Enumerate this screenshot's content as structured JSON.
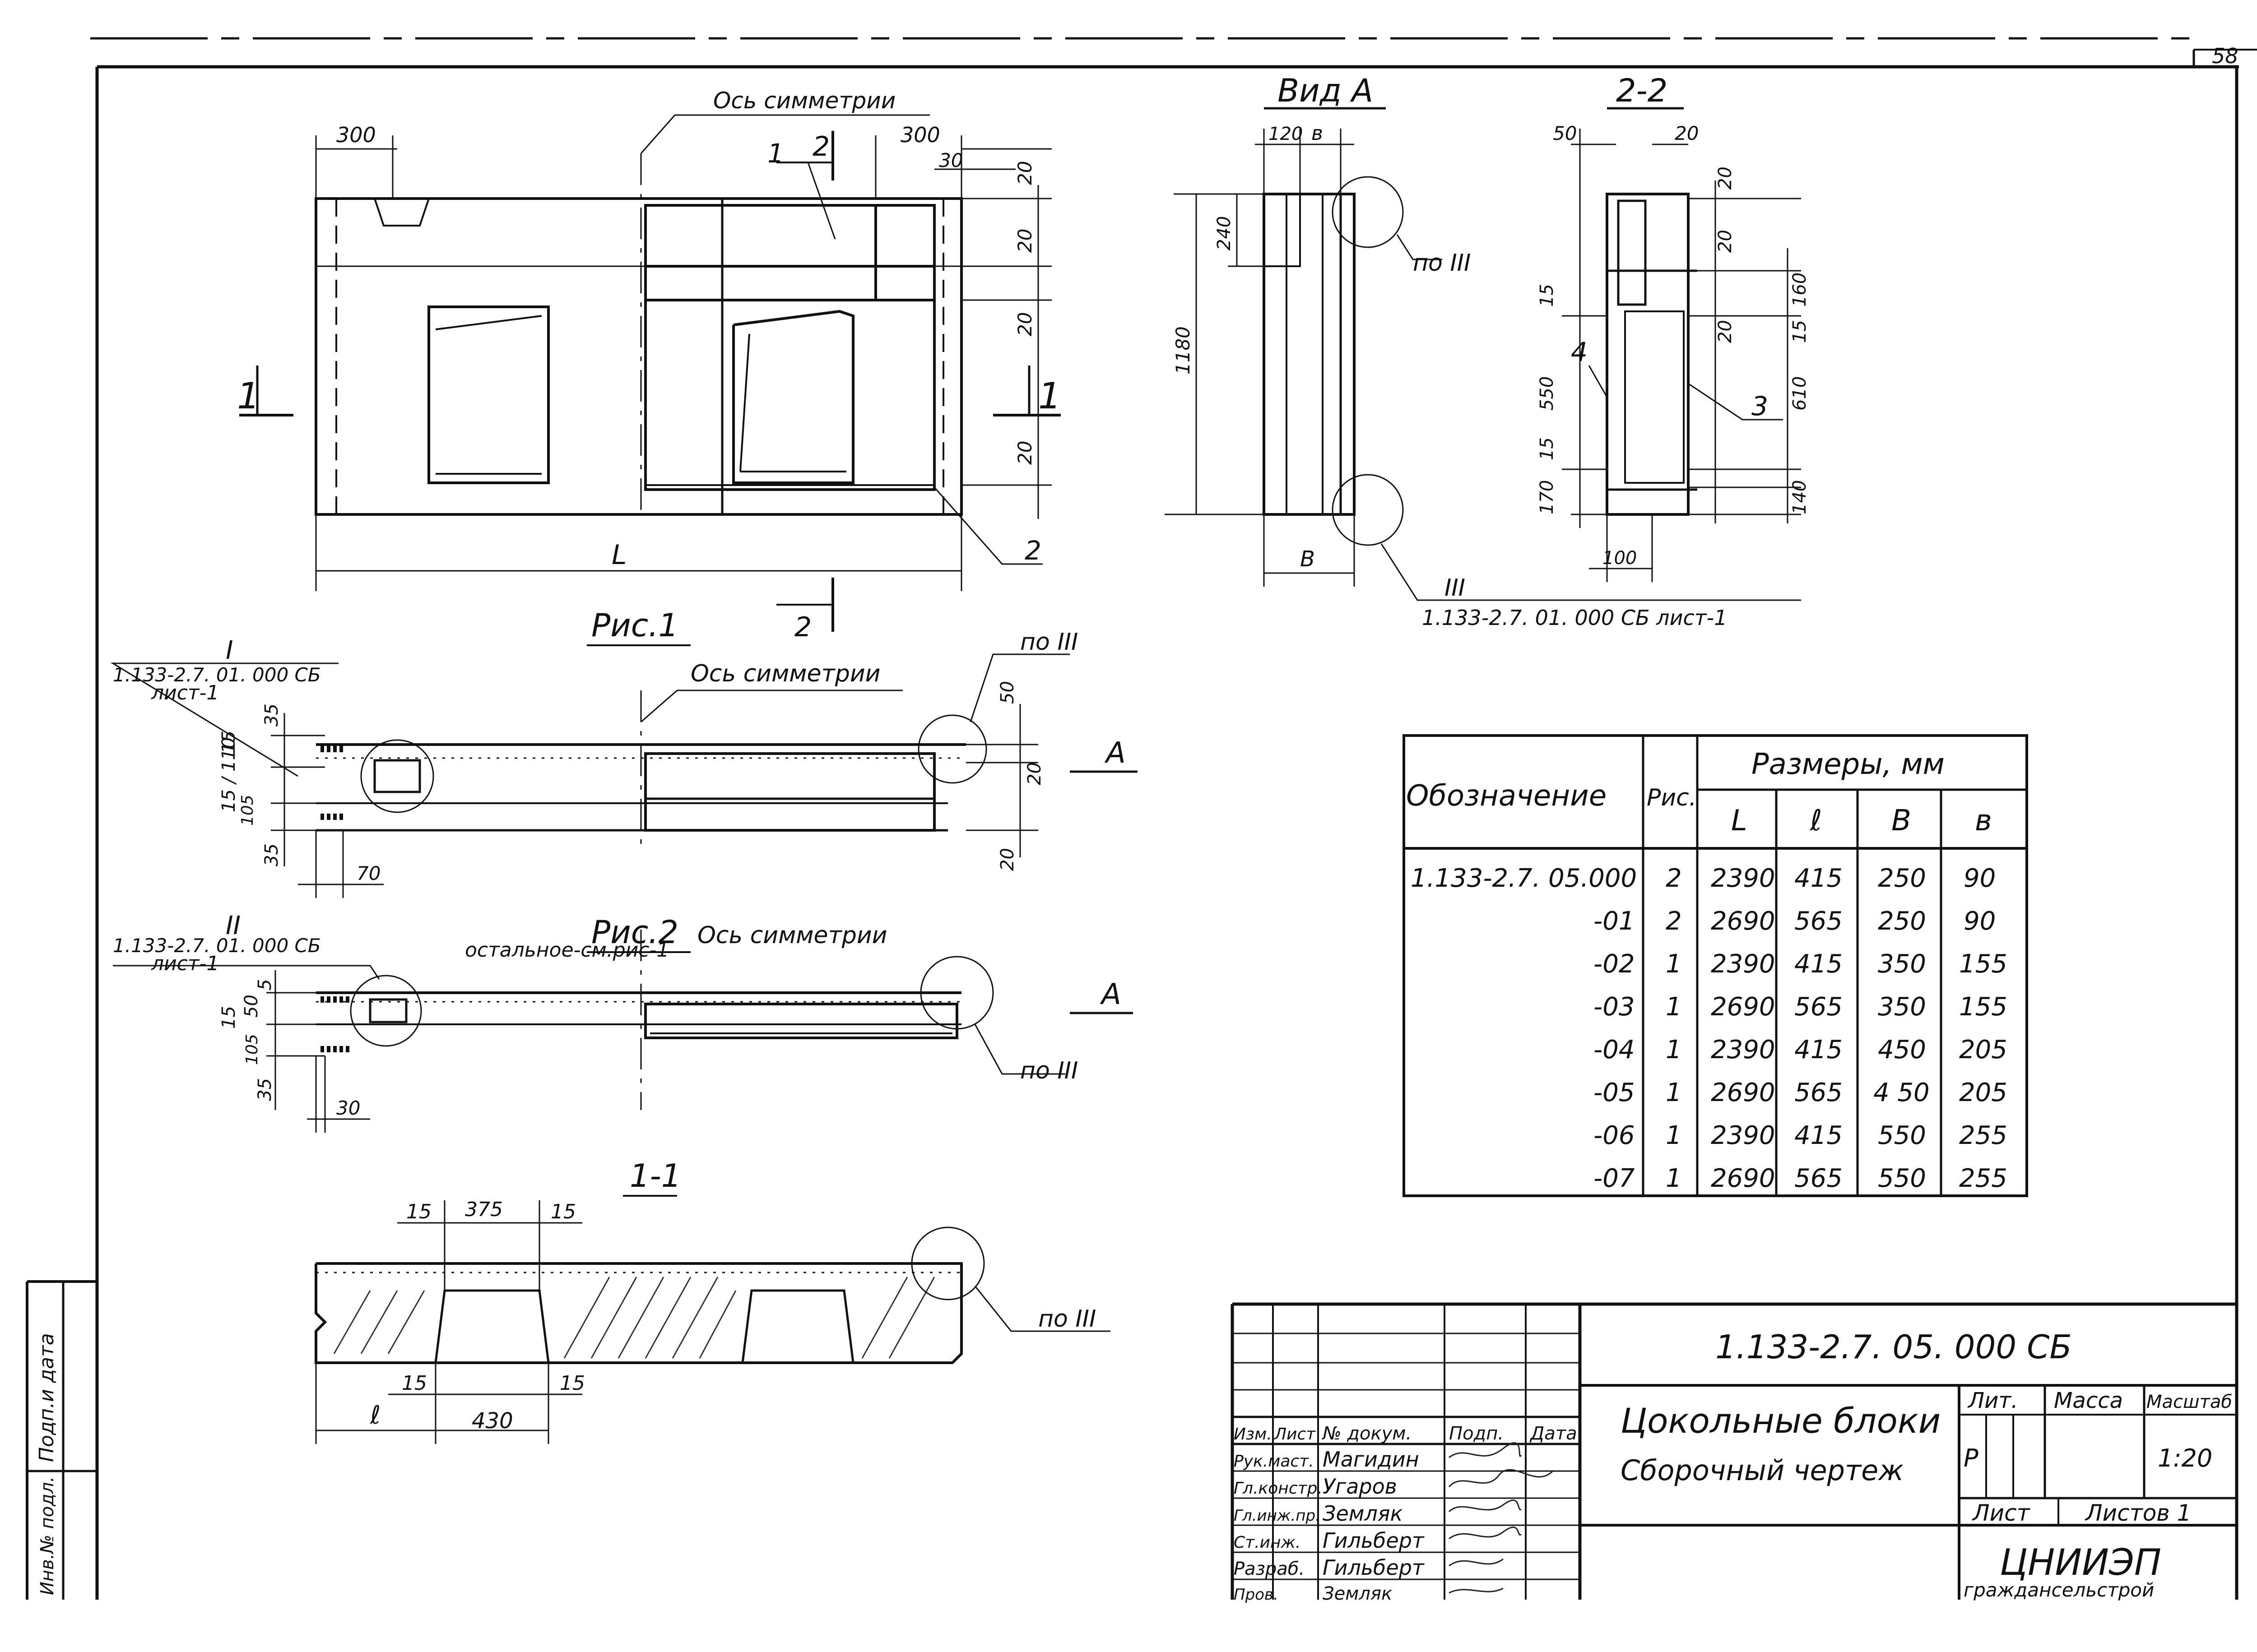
{
  "sheet_number": "58",
  "main_view": {
    "axis_label": "Ось симметрии",
    "dim_left_top": "300",
    "dim_right_top": "300",
    "dim_30": "30",
    "dim_20_a": "20",
    "dim_20_b": "20",
    "dim_20_c": "20",
    "dim_20_d": "20",
    "dim_L": "L",
    "callout_1": "1",
    "callout_2": "2",
    "section_1_left": "1",
    "section_1_right": "1",
    "section_2_top": "2",
    "section_2_bottom": "2"
  },
  "view_a": {
    "title": "Вид А",
    "dim_120": "120",
    "dim_v": "в",
    "dim_240": "240",
    "dim_1180": "1180",
    "dim_B": "В",
    "ref_top": "по III",
    "ref_bottom_numeral": "III",
    "ref_bottom_doc": "1.133-2.7. 01. 000 СБ лист-1"
  },
  "section_2_2": {
    "title": "2-2",
    "dim_50": "50",
    "dim_20_top": "20",
    "dim_20_a": "20",
    "dim_20_b": "20",
    "dim_20_c": "20",
    "dim_15_a": "15",
    "dim_15_b": "15",
    "dim_15_c": "15",
    "dim_550": "550",
    "dim_170": "170",
    "dim_160": "160",
    "dim_610": "610",
    "dim_140": "140",
    "dim_100": "100",
    "callout_3": "3",
    "callout_4": "4"
  },
  "fig1": {
    "title": "Рис.1",
    "ref_numeral": "I",
    "ref_doc": "1.133-2.7. 01. 000 СБ",
    "ref_sheet": "лист-1",
    "axis_label": "Ось симметрии",
    "ref_right": "по III",
    "dim_35_top": "35",
    "dim_15": "15",
    "dim_15_110": "15 / 110",
    "dim_105": "105",
    "dim_35_bottom": "35",
    "dim_70": "70",
    "dim_50": "50",
    "dim_20_a": "20",
    "dim_20_b": "20",
    "view_arrow": "А"
  },
  "fig2": {
    "title": "Рис.2",
    "subtitle": "остальное-см.рис-1",
    "ref_numeral": "II",
    "ref_doc": "1.133-2.7. 01. 000 СБ",
    "ref_sheet": "лист-1",
    "axis_label": "Ось симметрии",
    "ref_right": "по III",
    "dim_5": "5",
    "dim_15": "15",
    "dim_50": "50",
    "dim_105": "105",
    "dim_35": "35",
    "dim_30": "30",
    "view_arrow": "А"
  },
  "section_1_1": {
    "title": "1-1",
    "dim_375": "375",
    "dim_15_tl": "15",
    "dim_15_tr": "15",
    "dim_15_bl": "15",
    "dim_15_br": "15",
    "dim_l": "ℓ",
    "dim_430": "430",
    "ref_right": "по III"
  },
  "table": {
    "col_designation": "Обозначение",
    "col_fig": "Рис.",
    "col_sizes": "Размеры, мм",
    "sub_headers": [
      "L",
      "ℓ",
      "В",
      "в"
    ],
    "rows": [
      {
        "designation": "1.133-2.7. 05.000",
        "fig": "2",
        "L": "2390",
        "l": "415",
        "B": "250",
        "b": "90"
      },
      {
        "designation": "-01",
        "fig": "2",
        "L": "2690",
        "l": "565",
        "B": "250",
        "b": "90"
      },
      {
        "designation": "-02",
        "fig": "1",
        "L": "2390",
        "l": "415",
        "B": "350",
        "b": "155"
      },
      {
        "designation": "-03",
        "fig": "1",
        "L": "2690",
        "l": "565",
        "B": "350",
        "b": "155"
      },
      {
        "designation": "-04",
        "fig": "1",
        "L": "2390",
        "l": "415",
        "B": "450",
        "b": "205"
      },
      {
        "designation": "-05",
        "fig": "1",
        "L": "2690",
        "l": "565",
        "B": "4 50",
        "b": "205"
      },
      {
        "designation": "-06",
        "fig": "1",
        "L": "2390",
        "l": "415",
        "B": "550",
        "b": "255"
      },
      {
        "designation": "-07",
        "fig": "1",
        "L": "2690",
        "l": "565",
        "B": "550",
        "b": "255"
      }
    ]
  },
  "title_block": {
    "doc_code": "1.133-2.7. 05. 000 СБ",
    "title": "Цокольные блоки",
    "subtitle": "Сборочный чертеж",
    "h_change": "Изм.",
    "h_sheet": "Лист",
    "h_docnum": "№ докум.",
    "h_sign": "Подп.",
    "h_date": "Дата",
    "roles": [
      "Рук.маст.",
      "Гл.констр.",
      "Гл.инж.пр.",
      "Ст.инж.",
      "Разраб.",
      "Пров."
    ],
    "names": [
      "Магидин",
      "Угаров",
      "Земляк",
      "Гильберт",
      "Гильберт",
      "Земляк"
    ],
    "lit_label": "Лит.",
    "mass_label": "Масса",
    "scale_label": "Масштаб",
    "lit_value": "Р",
    "scale_value": "1:20",
    "sheet_label": "Лист",
    "sheets_label": "Листов 1",
    "org": "ЦНИИЭП",
    "org_sub": "граждансельстрой"
  },
  "margin": {
    "inv_num": "Инв.№ подл.",
    "sign_date": "Подп.и дата"
  }
}
